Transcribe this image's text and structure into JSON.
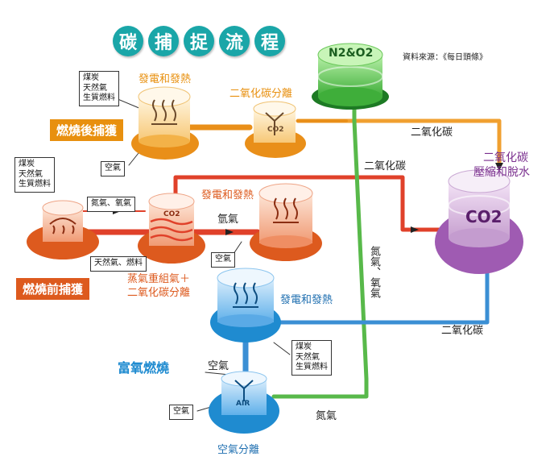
{
  "title_chars": [
    "碳",
    "捕",
    "捉",
    "流",
    "程"
  ],
  "source": "資料來源：《每日頭條》",
  "n2o2": "N2&O2",
  "co2_tank": "CO2",
  "co2_small": "CO2",
  "air_small": "AIR",
  "sections": {
    "post": "燃燒後捕獲",
    "pre": "燃燒前捕獲",
    "oxy": "富氧燃燒"
  },
  "labels": {
    "power_top": "發電和發熱",
    "co2_sep_top": "二氧化碳分離",
    "co2_line1": "二氧化碳",
    "co2_line2": "二氧化碳",
    "compress_1": "二氧化碳",
    "compress_2": "壓縮和脫水",
    "power_mid": "發電和發熱",
    "hydrogen": "氫氣",
    "n2_o2_vertical": "氮氣、氧氣",
    "reform_1": "蒸氣重組氣＋",
    "reform_2": "二氧化碳分離",
    "power_bottom": "發電和發熱",
    "co2_line3": "二氧化碳",
    "air_left": "空氣",
    "nitrogen": "氮氣",
    "air_sep": "空氣分離"
  },
  "boxes": {
    "fuel_top": [
      "煤炭",
      "天然氣",
      "生質燃料"
    ],
    "air_top": "空氣",
    "fuel_left": [
      "煤炭",
      "天然氣",
      "生質燃料"
    ],
    "n2_o2": "氮氣、氧氣",
    "steam_fuel": "天然氣、燃料",
    "air_mid": "空氣",
    "fuel_bottom": [
      "煤炭",
      "天然氣",
      "生質燃料"
    ],
    "air_bottom": "空氣"
  },
  "colors": {
    "title_teal": "#1aa6a8",
    "post_orange": "#e8900f",
    "pre_orange": "#dd5a1e",
    "oxy_blue": "#1f8bd0",
    "green_line": "#58b94a",
    "red_line": "#e0412a",
    "blue_line": "#3b8fd4",
    "orange_line": "#f0a030",
    "purple": "#8a3f9c"
  }
}
